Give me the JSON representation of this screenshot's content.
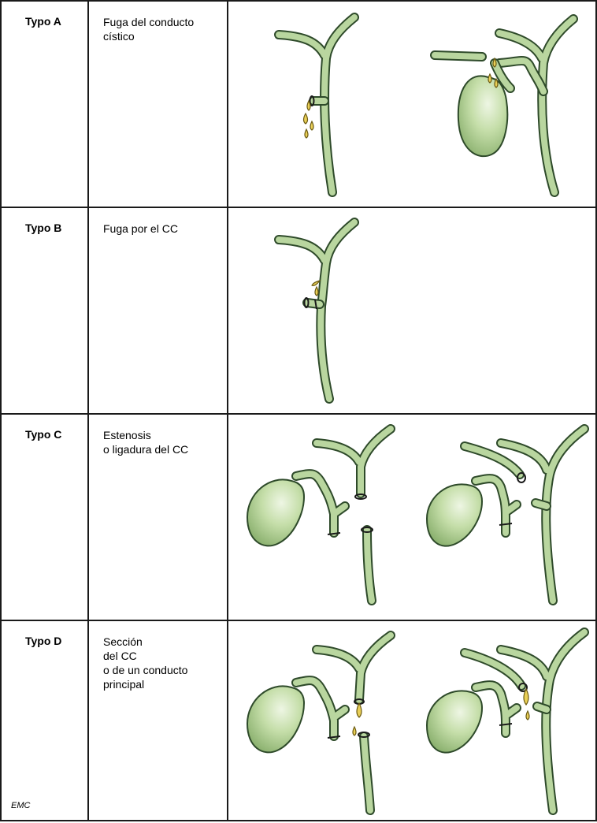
{
  "rows": [
    {
      "type": "Typo A",
      "desc": [
        "Fuga del conducto",
        "cístico"
      ]
    },
    {
      "type": "Typo B",
      "desc": [
        "Fuga por el CC"
      ]
    },
    {
      "type": "Typo C",
      "desc": [
        "Estenosis",
        "o ligadura del CC"
      ]
    },
    {
      "type": "Typo D",
      "desc": [
        "Sección",
        "del CC",
        "o de un conducto",
        "principal"
      ]
    }
  ],
  "logo": "EMC",
  "colors": {
    "duct_fill": "#b9d69f",
    "duct_outline": "#2e4a2a",
    "bile": "#e9cf57",
    "grid": "#1a1a1a"
  }
}
